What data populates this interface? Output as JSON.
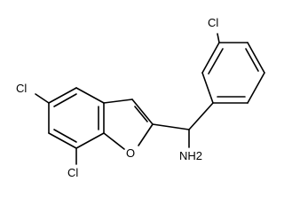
{
  "diagram": {
    "type": "chemical-structure",
    "atoms": {
      "cl_top": "Cl",
      "cl_left": "Cl",
      "cl_bottom": "Cl",
      "oxygen": "O",
      "amine": "NH2"
    },
    "colors": {
      "bond": "#000000",
      "label": "#000000",
      "background": "#ffffff"
    }
  }
}
